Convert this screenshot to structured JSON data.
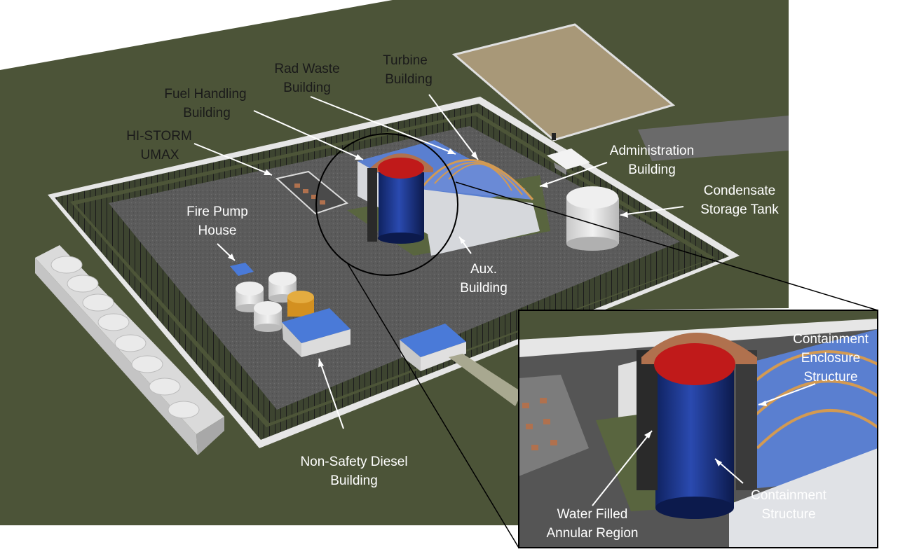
{
  "labels": {
    "rad_waste": [
      "Rad Waste",
      "Building"
    ],
    "turbine": [
      "Turbine",
      "Building"
    ],
    "fuel_handling": [
      "Fuel  Handling",
      "Building"
    ],
    "hi_storm": [
      "HI-STORM",
      "UMAX"
    ],
    "administration": [
      "Administration",
      "Building"
    ],
    "condensate": [
      "Condensate",
      "Storage Tank"
    ],
    "fire_pump": [
      "Fire Pump",
      "House"
    ],
    "aux": [
      "Aux.",
      "Building"
    ],
    "non_safety_diesel": [
      "Non-Safety Diesel",
      "Building"
    ],
    "containment_enclosure": [
      "Containment",
      "Enclosure",
      "Structure"
    ],
    "containment_structure": [
      "Containment",
      "Structure"
    ],
    "water_filled": [
      "Water Filled",
      "Annular  Region"
    ]
  },
  "colors": {
    "terrain": "#4a5236",
    "gravel": "#5a5a5a",
    "fence_white": "#e8e8e8",
    "containment_blue": "#1f3a8a",
    "dome_red": "#c01a1a",
    "enclosure_copper": "#b0714e",
    "roof_blue": "#5a7fd0",
    "wall_grey": "#d6d8dc",
    "tank_white": "#e4e4e4",
    "tank_orange": "#d99a2a"
  }
}
